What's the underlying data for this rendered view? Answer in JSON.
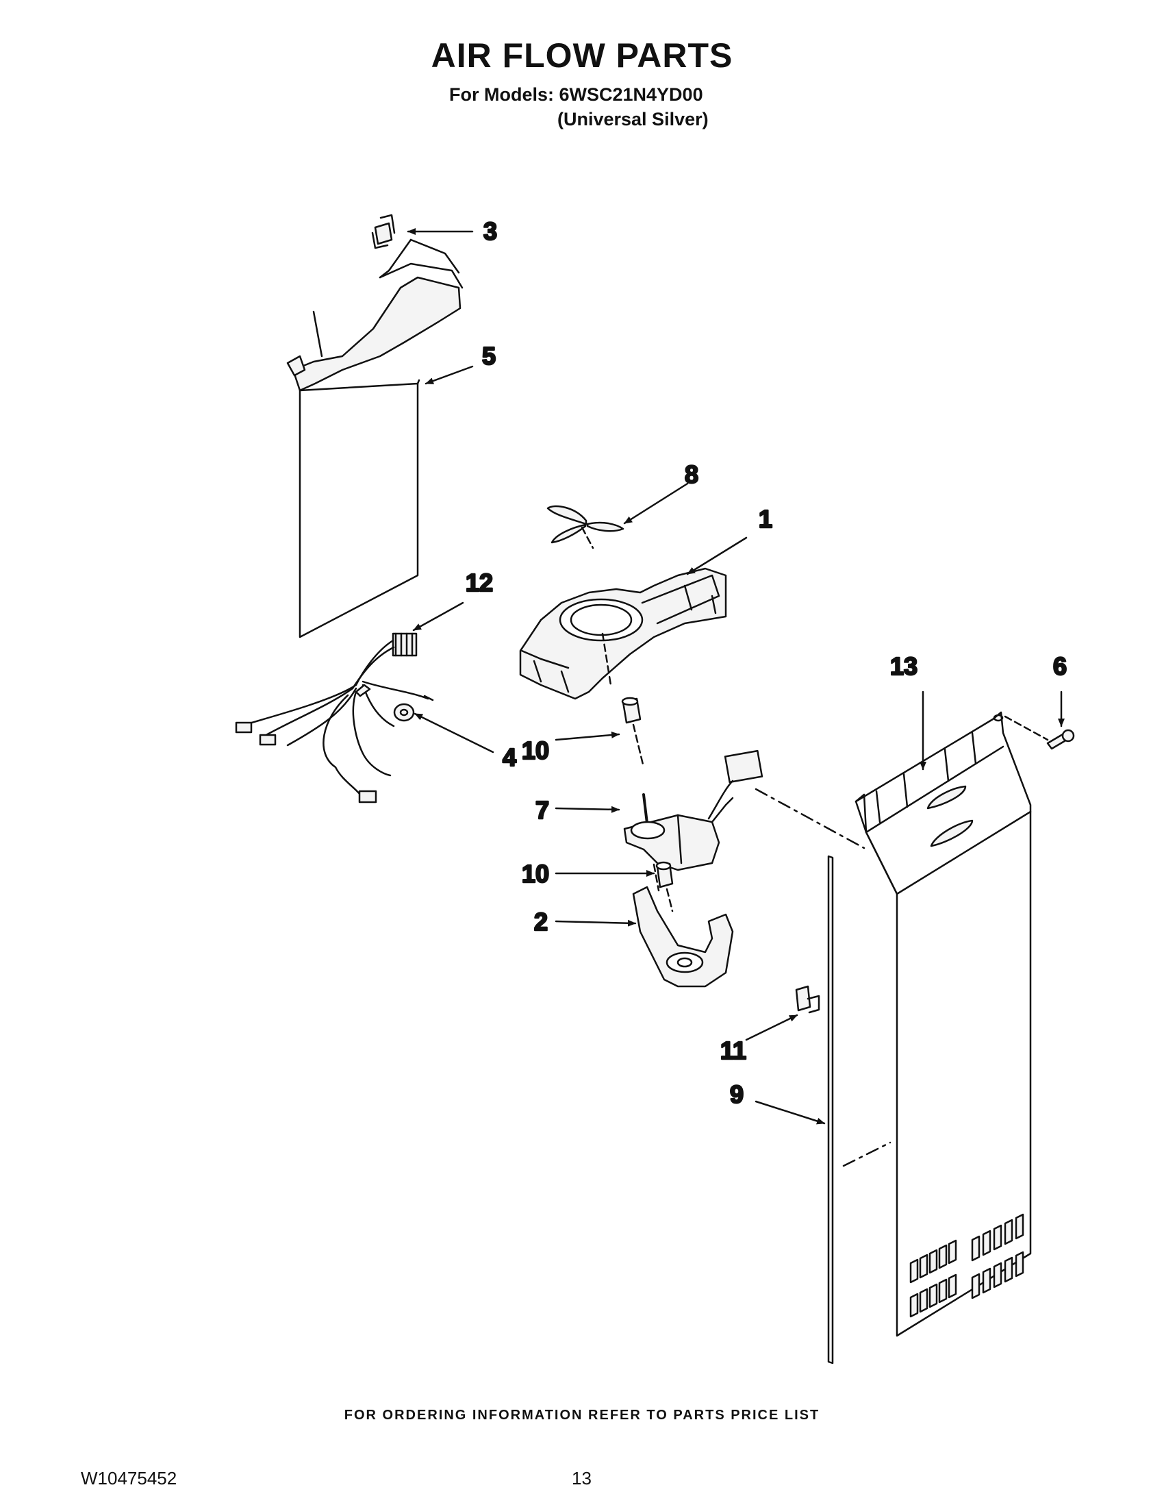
{
  "title": "AIR FLOW PARTS",
  "models_line": "For Models: 6WSC21N4YD00",
  "variant_line": "(Universal Silver)",
  "callouts": {
    "c1": "1",
    "c2": "2",
    "c3": "3",
    "c4": "4",
    "c5": "5",
    "c6": "6",
    "c7": "7",
    "c8": "8",
    "c9": "9",
    "c10a": "10",
    "c10b": "10",
    "c11": "11",
    "c12": "12",
    "c13": "13"
  },
  "footer_note": "FOR ORDERING INFORMATION REFER TO PARTS PRICE LIST",
  "doc_number": "W10475452",
  "page_number": "13",
  "colors": {
    "ink": "#111111",
    "paper": "#ffffff",
    "part_fill": "#f4f4f4"
  }
}
